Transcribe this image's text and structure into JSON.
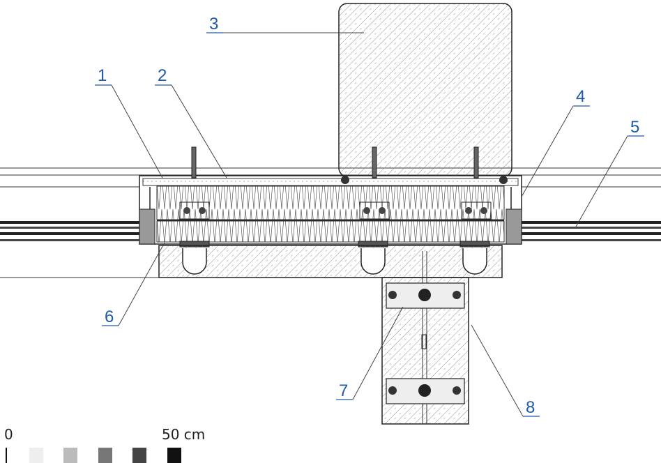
{
  "callouts": [
    {
      "id": "1",
      "label": "1"
    },
    {
      "id": "2",
      "label": "2"
    },
    {
      "id": "3",
      "label": "3"
    },
    {
      "id": "4",
      "label": "4"
    },
    {
      "id": "5",
      "label": "5"
    },
    {
      "id": "6",
      "label": "6"
    },
    {
      "id": "7",
      "label": "7"
    },
    {
      "id": "8",
      "label": "8"
    }
  ],
  "scale": {
    "start_label": "0",
    "end_label": "50 cm",
    "swatches": [
      "#eeeeee",
      "#bbbbbb",
      "#777777",
      "#444444",
      "#111111"
    ]
  },
  "colors": {
    "callout": "#1f5aa6",
    "line": "#222222"
  }
}
